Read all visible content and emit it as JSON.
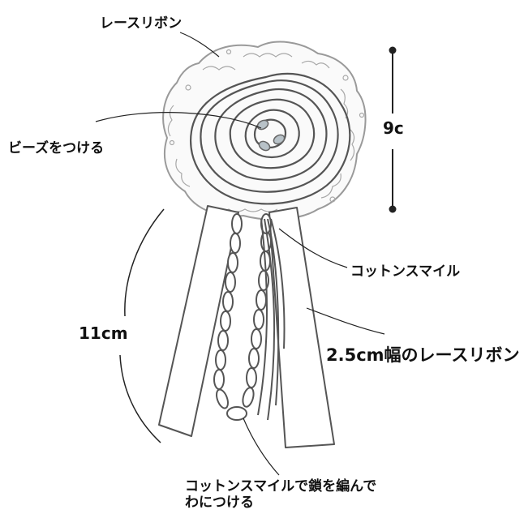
{
  "labels": {
    "lace_ribbon": "レースリボン",
    "beads": "ビーズをつける",
    "dimension_9c": "9c",
    "cotton_smile": "コットンスマイル",
    "dimension_11cm": "11cm",
    "wide_lace_ribbon": "2.5cm幅のレースリボン",
    "chain_note": "コットンスマイルで鎖を編んで\nわにつける"
  },
  "colors": {
    "line": "#555555",
    "lace": "#9a9a9a",
    "bead": "#b8c2c8"
  }
}
